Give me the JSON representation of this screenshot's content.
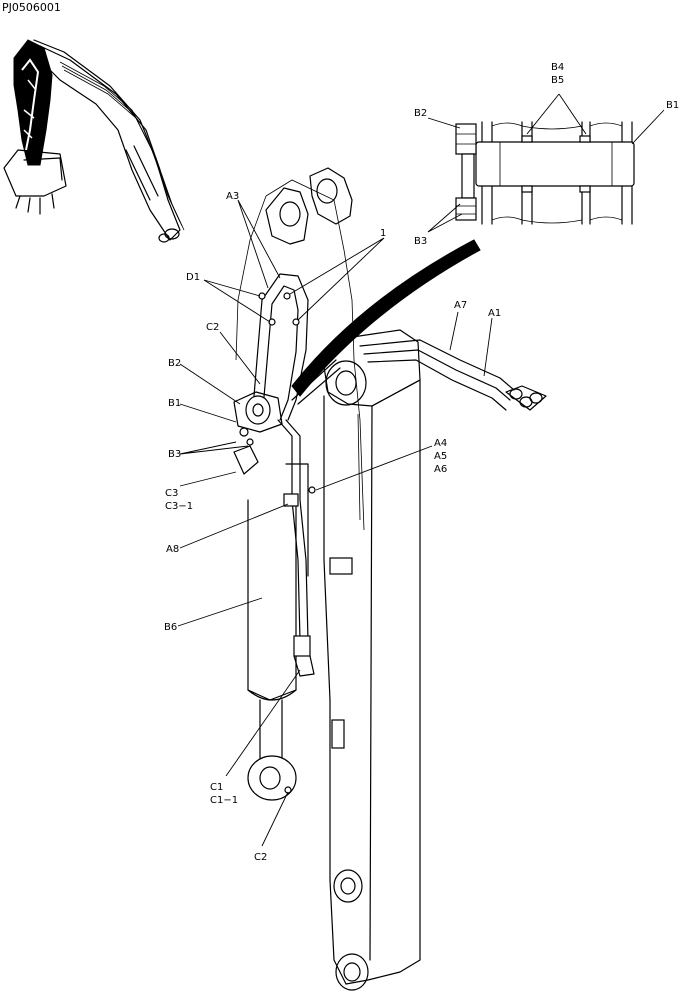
{
  "ref_code": "PJ0506001",
  "labels": {
    "b4": "B4",
    "b5": "B5",
    "b2_detail": "B2",
    "b1_detail": "B1",
    "b3_detail": "B3",
    "a3": "A3",
    "one": "1",
    "d1": "D1",
    "c2_top": "C2",
    "a7": "A7",
    "a1": "A1",
    "b2": "B2",
    "b1": "B1",
    "b3": "B3",
    "a4": "A4",
    "a5": "A5",
    "a6": "A6",
    "c3": "C3",
    "c3_1": "C3−1",
    "a8": "A8",
    "b6": "B6",
    "c1": "C1",
    "c1_1": "C1−1",
    "c2_bottom": "C2"
  }
}
